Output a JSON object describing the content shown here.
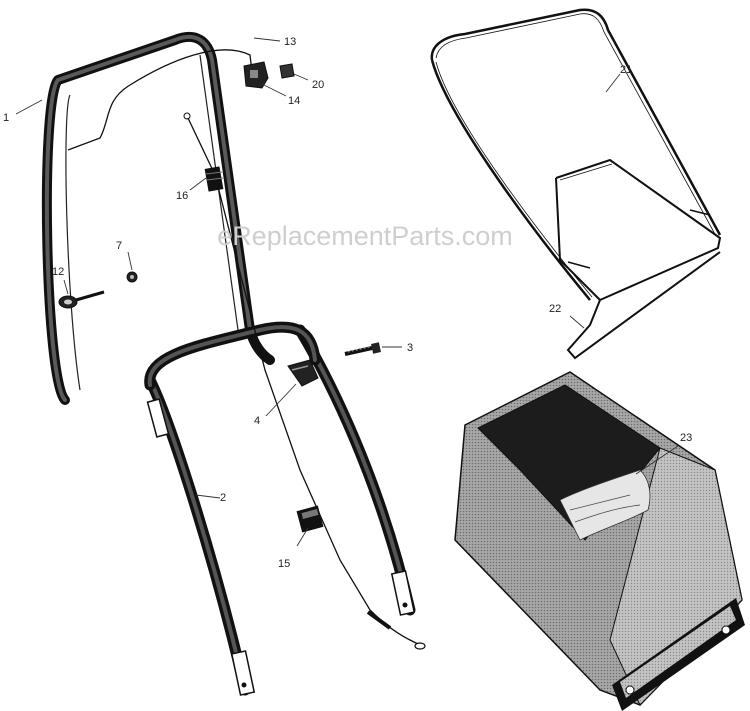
{
  "watermark": "eReplacementParts.com",
  "callouts": [
    "1",
    "2",
    "3",
    "4",
    "7",
    "12",
    "13",
    "14",
    "15",
    "16",
    "20",
    "21",
    "22",
    "23"
  ],
  "colors": {
    "line": "#1a1a1a",
    "bag_fill": "#9a9a9a",
    "bag_dark": "#2a2a2a",
    "watermark": "#cfcfcf"
  }
}
